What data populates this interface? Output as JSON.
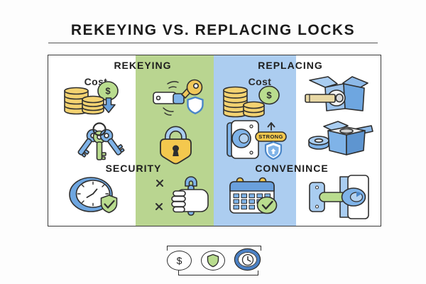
{
  "title": "REKEYING VS. REPLACING LOCKS",
  "panel": {
    "rekeying": {
      "header": "REKEYING",
      "cost_label": "Cost",
      "section_header": "SECURITY"
    },
    "replacing": {
      "header": "REPLACING",
      "cost_label": "Cost",
      "section_header": "CONVENINCE"
    },
    "strong_badge": "STRONG",
    "dollar_sign": "$"
  },
  "footer": {
    "dollar_sign": "$",
    "icons": [
      "dollar-badge-icon",
      "shield-badge-icon",
      "clock-badge-icon"
    ]
  },
  "colors": {
    "rekeying_column": "#b9d590",
    "replacing_column": "#accdf0",
    "coin_yellow": "#f3d271",
    "lock_yellow": "#f4c84e",
    "icon_blue": "#7fb3e8",
    "deep_blue": "#4a86c8",
    "icon_green": "#b9dc8e",
    "outline": "#2f2f2f"
  }
}
